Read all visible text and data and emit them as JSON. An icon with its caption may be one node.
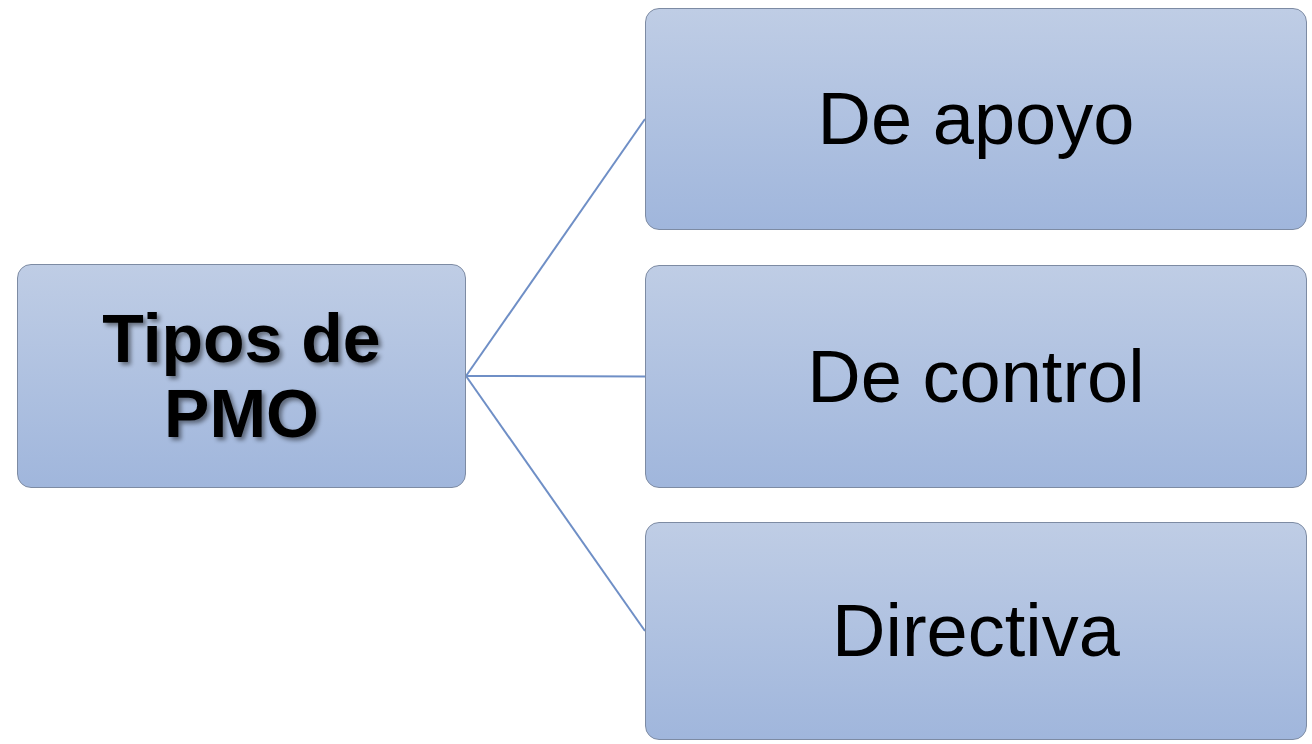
{
  "diagram": {
    "nodes": [
      {
        "text": [
          "Tipos de PMO"
        ]
      },
      {
        "text": [
          "De apoyo"
        ]
      },
      {
        "text": [
          "De control"
        ]
      },
      {
        "text": [
          "Directiva"
        ]
      }
    ],
    "edges": [
      {
        "from": 0,
        "to": 1,
        "arrow": "none"
      },
      {
        "from": 0,
        "to": 2,
        "arrow": "none"
      },
      {
        "from": 0,
        "to": 3,
        "arrow": "none"
      }
    ]
  }
}
